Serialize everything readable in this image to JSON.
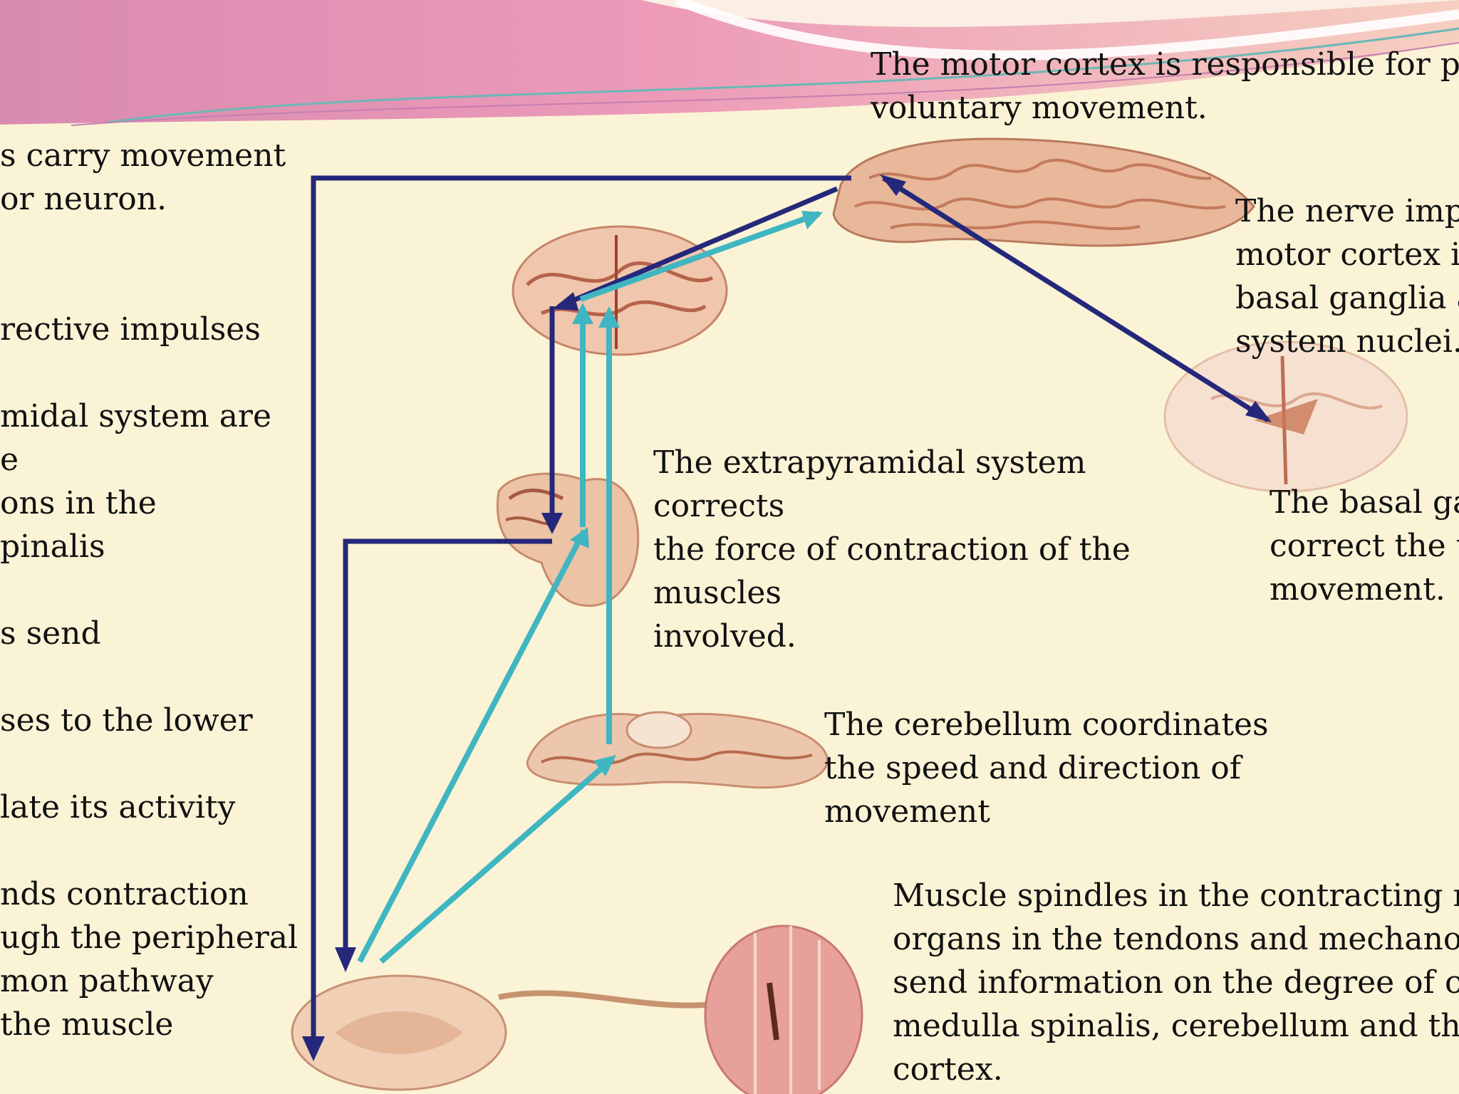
{
  "labels": {
    "motor_cortex": [
      "The motor cortex is responsible for pla",
      "voluntary movement."
    ],
    "nerve_impulse": [
      "The nerve imp",
      "motor cortex is",
      "basal ganglia a",
      "system nuclei."
    ],
    "basal_ganglia": [
      "The basal ga",
      "correct the t",
      "movement."
    ],
    "extrapyramidal": [
      "The extrapyramidal system",
      "corrects",
      "the force of contraction of the",
      "muscles",
      "involved."
    ],
    "cerebellum": [
      "The cerebellum coordinates",
      "the speed and direction of",
      "movement"
    ],
    "muscle_spindles": [
      "Muscle spindles in the contracting m",
      "organs in the tendons and mechanoc",
      "send information on the degree of co",
      "medulla spinalis, cerebellum and the",
      "cortex."
    ],
    "left_column": [
      "s carry movement",
      "or neuron.",
      "",
      "",
      "rective impulses",
      "",
      "midal system are",
      "e",
      "ons in the",
      "pinalis",
      "",
      "s send",
      "",
      "ses to the lower",
      "",
      "late its activity",
      "",
      "nds contraction",
      "ugh the peripheral",
      "mon pathway",
      "the muscle"
    ]
  },
  "colors": {
    "background": "#fbf3d6",
    "header_pink": "#e27aa5",
    "header_light": "#f7d6c8",
    "efferent_arrow": "#25287a",
    "afferent_arrow": "#3fb6c1",
    "brain_tissue": "#e9b79a",
    "brain_fold": "#c47a5c"
  },
  "icons": [
    "cerebral-cortex-image",
    "brain-coronal-section-image",
    "basal-ganglia-section-image",
    "brainstem-section-image",
    "cerebellum-section-image",
    "spinal-cord-section-image",
    "muscle-cross-section-image"
  ]
}
